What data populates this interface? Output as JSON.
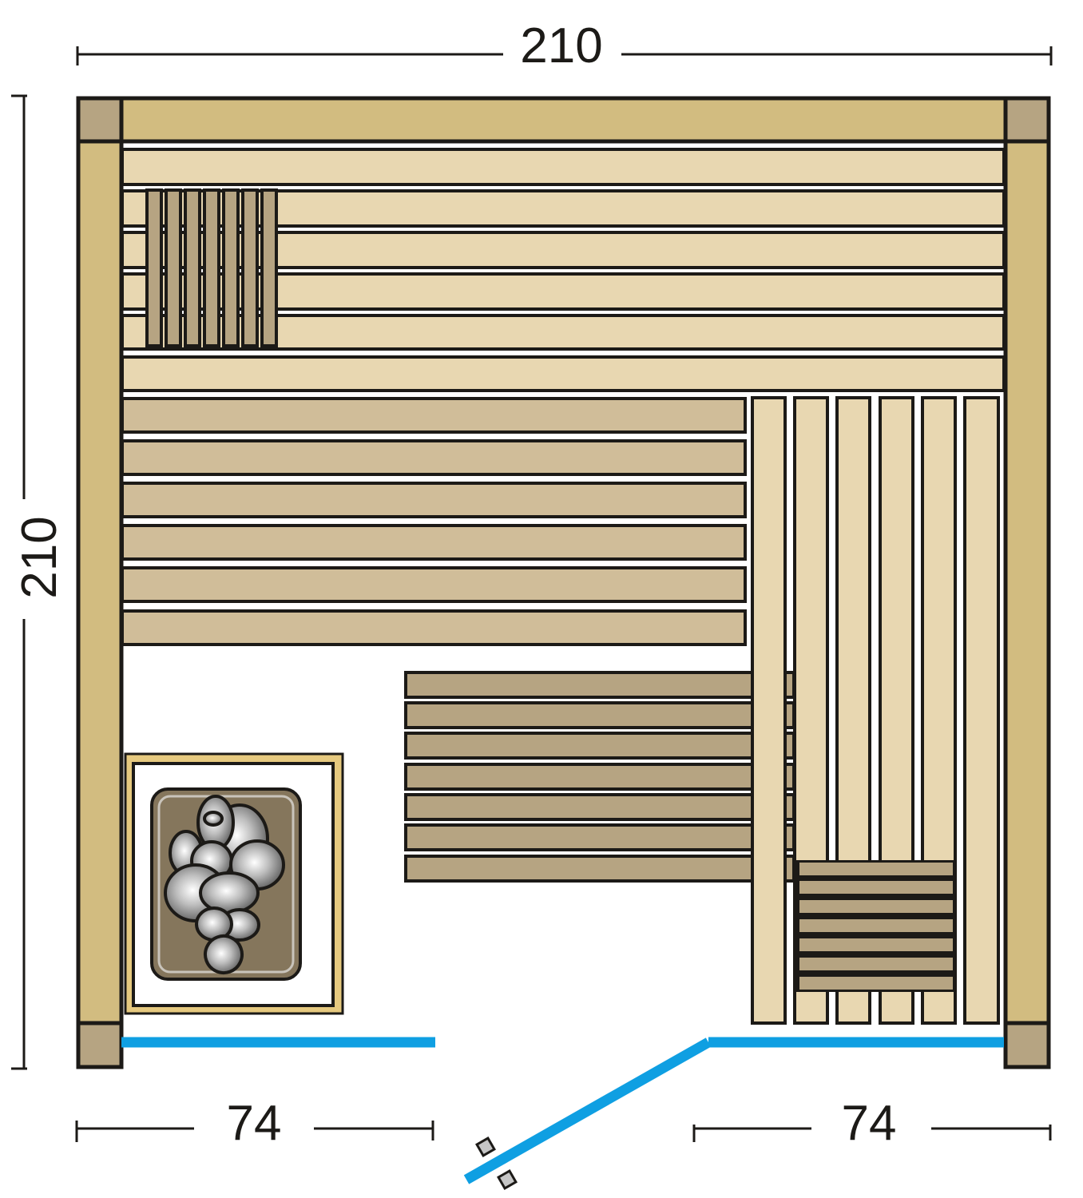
{
  "diagram": {
    "title": "Sauna floor plan",
    "colors": {
      "outline": "#1c1a17",
      "corner_post": "#b6a482",
      "frame_beam": "#d2bc80",
      "wall_board": "#e8d7b1",
      "upper_bench": "#d0bd99",
      "lower_bench": "#b6a482",
      "heater_guard": "#e6c97f",
      "heater_body": "#85765c",
      "heater_rim": "#c9c4bb",
      "stone": "#a7a7a7",
      "glass": "#0f9fe2",
      "hinge": "#c6c6c6"
    }
  },
  "dimensions": {
    "top_width": "210",
    "left_depth": "210",
    "bottom_left": "74",
    "bottom_right": "74"
  },
  "components": {
    "corner_posts": 4,
    "back_wall_boards": 6,
    "backrest_slats": 7,
    "upper_bench_boards": 6,
    "side_wall_boards": 6,
    "lower_bench_boards": 7,
    "footstool_boards": 7,
    "heater_stones": 11,
    "door_hinges": 2
  }
}
